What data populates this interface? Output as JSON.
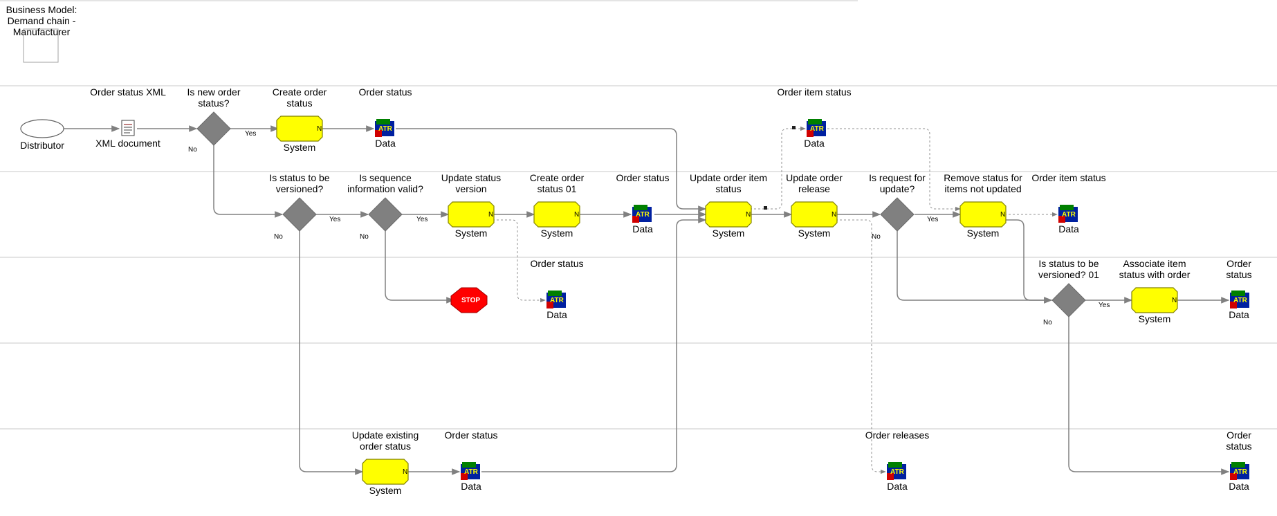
{
  "title": "Business Model: Demand chain - Manufacturer",
  "start_event": {
    "label": "Distributor"
  },
  "xml_document": {
    "label": "XML document",
    "caption": "Order status XML"
  },
  "gateways": {
    "g1": "Is new order status?",
    "g2": "Is status to be versioned?",
    "g3": "Is sequence information valid?",
    "g4": "Is request for update?",
    "g5": "Is status to be versioned? 01"
  },
  "functions": {
    "f1": {
      "title": "Create order status",
      "sub": "System"
    },
    "f2": {
      "title": "Update status version",
      "sub": "System"
    },
    "f3": {
      "title": "Create order status 01",
      "sub": "System"
    },
    "f4": {
      "title": "Update order item status",
      "sub": "System"
    },
    "f5": {
      "title": "Update order release",
      "sub": "System"
    },
    "f6": {
      "title": "Remove status for items not updated",
      "sub": "System"
    },
    "f7": {
      "title": "Associate item status with order",
      "sub": "System"
    },
    "f8": {
      "title": "Update existing order status",
      "sub": "System"
    }
  },
  "data_objects": {
    "d1": {
      "title": "Order status",
      "sub": "Data"
    },
    "d2": {
      "title": "Order item status",
      "sub": "Data"
    },
    "d3": {
      "title": "Order status",
      "sub": "Data"
    },
    "d4": {
      "title": "Order item status",
      "sub": "Data"
    },
    "d5": {
      "title": "Order status",
      "sub": "Data"
    },
    "d6": {
      "title": "Order status",
      "sub": "Data"
    },
    "d7": {
      "title": "Order status",
      "sub": "Data"
    },
    "d8": {
      "title": "Order releases",
      "sub": "Data"
    },
    "d9": {
      "title": "Order status",
      "sub": "Data"
    }
  },
  "stop": {
    "label": "STOP"
  },
  "data_icon_text": "ATR",
  "function_marker": "N",
  "edge_labels": {
    "yes": "Yes",
    "no": "No"
  },
  "colors": {
    "function_fill": "#ffff00",
    "gateway_fill": "#808080",
    "stop_fill": "#ff0000",
    "line": "#808080",
    "lane_line": "#c8c8c8"
  }
}
